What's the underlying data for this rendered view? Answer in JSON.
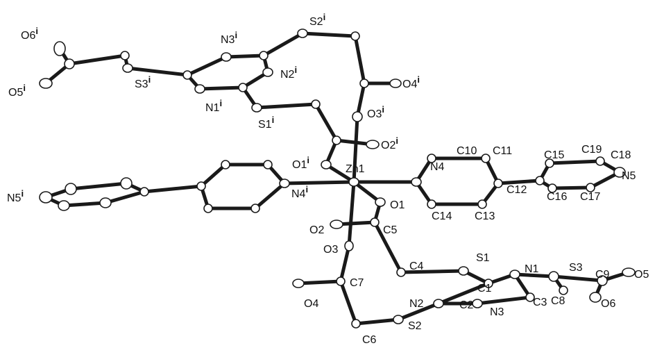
{
  "diagram": {
    "atoms": {
      "Zn1": "Zn1",
      "O1": "O1",
      "O2": "O2",
      "O3": "O3",
      "O4": "O4",
      "O5": "O5",
      "O6": "O6",
      "N1": "N1",
      "N2": "N2",
      "N3": "N3",
      "N4": "N4",
      "N5": "N5",
      "S1": "S1",
      "S2": "S2",
      "S3": "S3",
      "C1": "C1",
      "C2": "C2",
      "C3": "C3",
      "C4": "C4",
      "C5": "C5",
      "C6": "C6",
      "C7": "C7",
      "C8": "C8",
      "C9": "C9",
      "C10": "C10",
      "C11": "C11",
      "C12": "C12",
      "C13": "C13",
      "C14": "C14",
      "C15": "C15",
      "C16": "C16",
      "C17": "C17",
      "C18": "C18",
      "C19": "C19",
      "O1i": "O1",
      "O2i": "O2",
      "O3i": "O3",
      "O4i": "O4",
      "O5i": "O5",
      "O6i": "O6",
      "N1i": "N1",
      "N2i": "N2",
      "N3i": "N3",
      "N4i": "N4",
      "N5i": "N5",
      "S1i": "S1",
      "S2i": "S2",
      "S3i": "S3"
    },
    "symmetry_superscript": "i"
  }
}
